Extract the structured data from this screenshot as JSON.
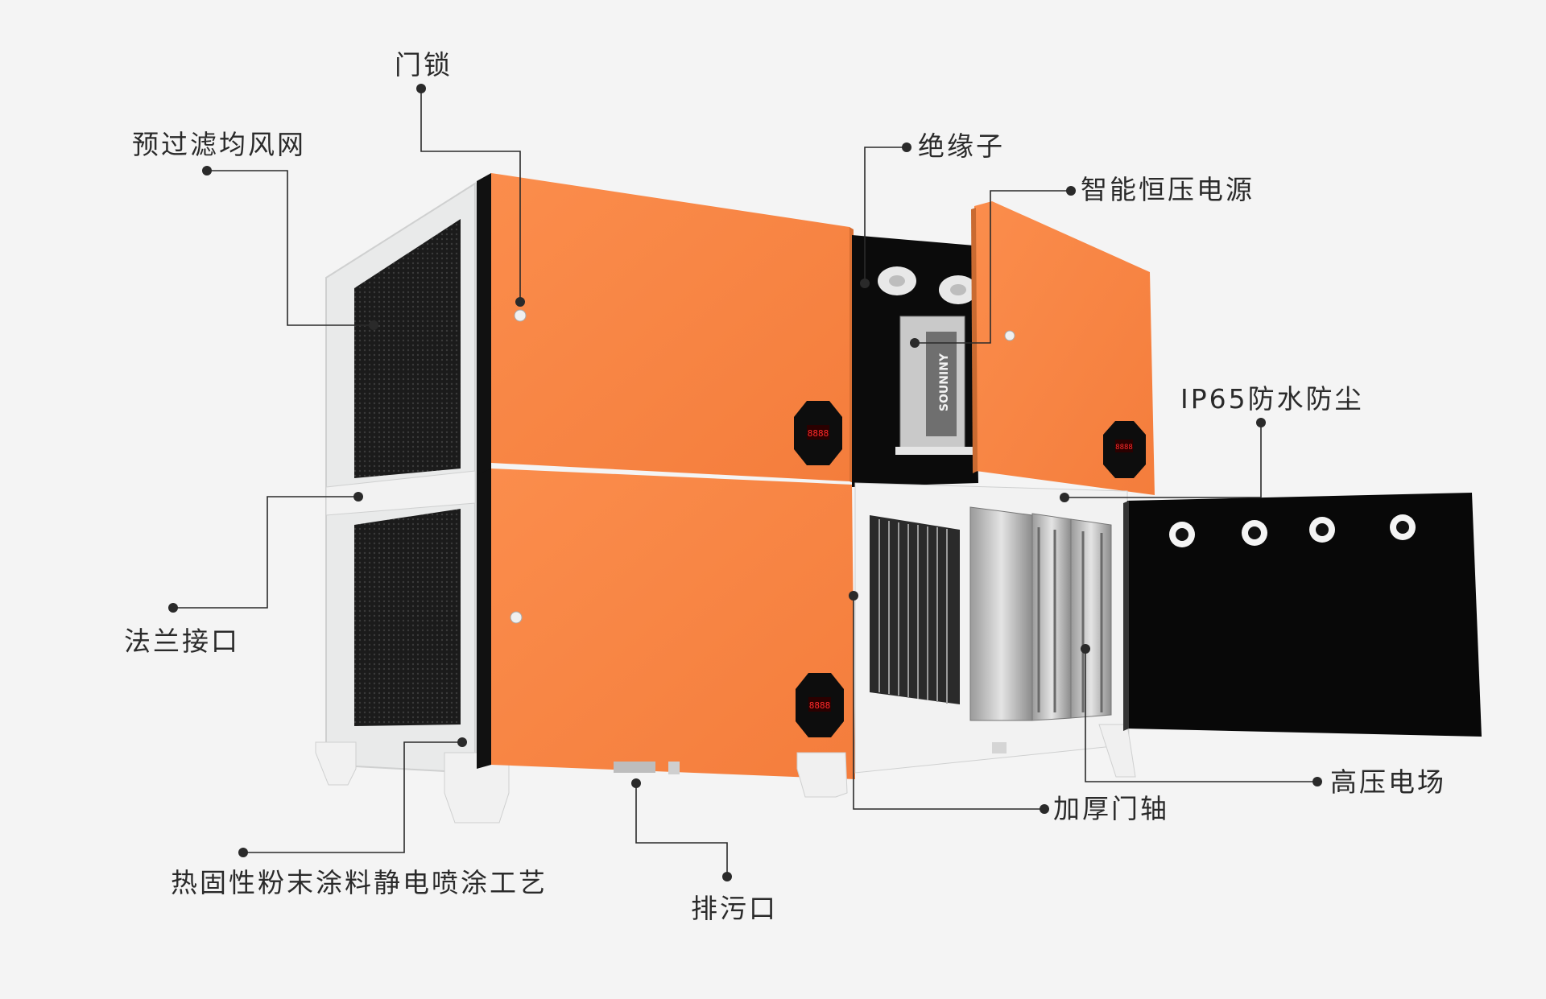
{
  "labels": {
    "door_lock": "门锁",
    "pre_filter": "预过滤均风网",
    "flange": "法兰接口",
    "powder_coating": "热固性粉末涂料静电喷涂工艺",
    "drain": "排污口",
    "insulator": "绝缘子",
    "power_supply": "智能恒压电源",
    "ip65": "IP65防水防尘",
    "hv_field": "高压电场",
    "door_hinge": "加厚门轴"
  },
  "power_module_brand": "SOUNINY",
  "display_reading": "8888",
  "colors": {
    "door_orange": "#f88443",
    "frame_white": "#eceded",
    "cabinet_black": "#0b0b0b",
    "leader_line": "#2a2a2a",
    "background": "#f4f4f4"
  }
}
